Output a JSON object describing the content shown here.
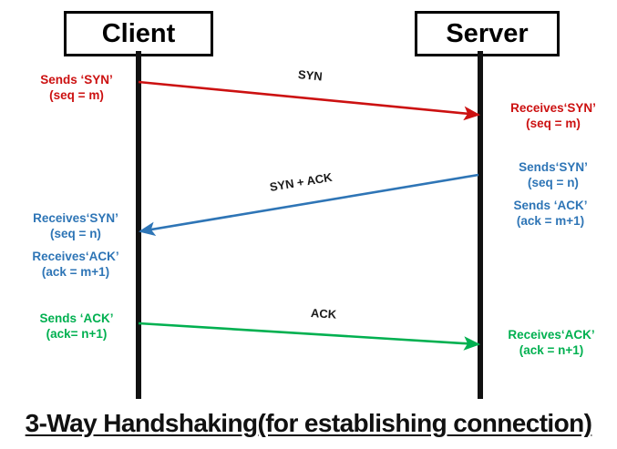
{
  "diagram": {
    "title": "3-Way Handshaking(for establishing connection)",
    "nodes": {
      "client": "Client",
      "server": "Server"
    },
    "colors": {
      "syn": "#CC1111",
      "syn_ack": "#2E75B6",
      "ack": "#00B050",
      "lifeline": "#111111",
      "caption": "#1a1a1a"
    },
    "messages": [
      {
        "caption": "SYN",
        "direction": "client-to-server",
        "color": "#CC1111",
        "sender_label": {
          "line1": "Sends ‘SYN’",
          "line2": "(seq = m)"
        },
        "receiver_label": {
          "line1": "Receives‘SYN’",
          "line2": "(seq = m)"
        }
      },
      {
        "caption": "SYN + ACK",
        "direction": "server-to-client",
        "color": "#2E75B6",
        "sender_label_a": {
          "line1": "Sends‘SYN’",
          "line2": "(seq = n)"
        },
        "sender_label_b": {
          "line1": "Sends ‘ACK’",
          "line2": "(ack = m+1)"
        },
        "receiver_label_a": {
          "line1": "Receives‘SYN’",
          "line2": "(seq = n)"
        },
        "receiver_label_b": {
          "line1": "Receives‘ACK’",
          "line2": "(ack = m+1)"
        }
      },
      {
        "caption": "ACK",
        "direction": "client-to-server",
        "color": "#00B050",
        "sender_label": {
          "line1": "Sends ‘ACK’",
          "line2": "(ack= n+1)"
        },
        "receiver_label": {
          "line1": "Receives‘ACK’",
          "line2": "(ack = n+1)"
        }
      }
    ]
  }
}
